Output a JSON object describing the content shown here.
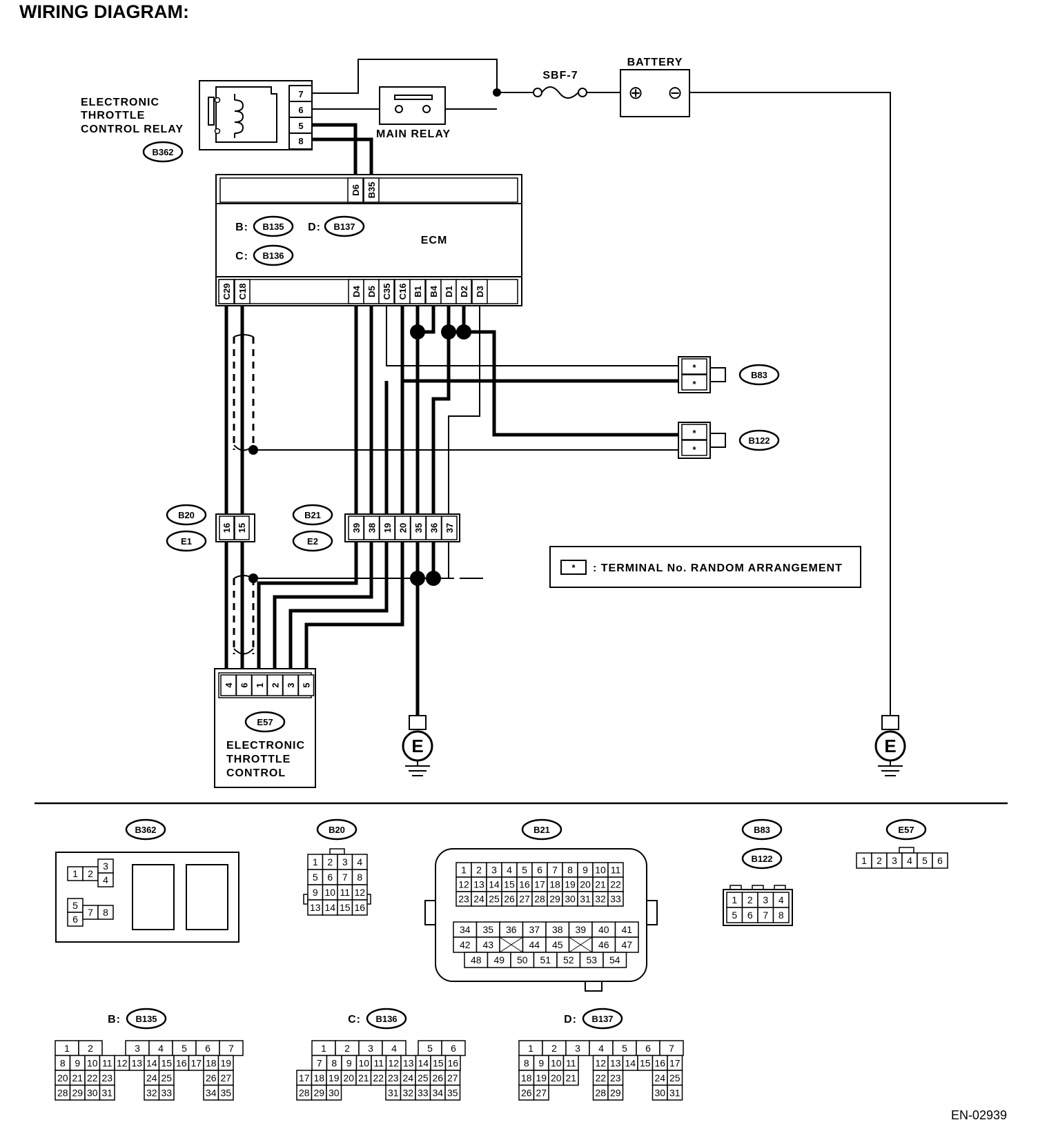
{
  "title": "WIRING DIAGRAM:",
  "footer_code": "EN-02939",
  "components": {
    "etc_relay": {
      "label_lines": [
        "ELECTRONIC",
        "THROTTLE",
        "CONTROL RELAY"
      ],
      "connector": "B362",
      "pins": [
        "7",
        "6",
        "5",
        "8"
      ]
    },
    "main_relay": {
      "label": "MAIN RELAY"
    },
    "fuse": {
      "label": "SBF-7"
    },
    "battery": {
      "label": "BATTERY",
      "plus": "⊕",
      "minus": "⊖"
    },
    "ecm": {
      "label": "ECM",
      "connector_refs": [
        {
          "prefix": "B:",
          "connector": "B135"
        },
        {
          "prefix": "D:",
          "connector": "B137"
        },
        {
          "prefix": "C:",
          "connector": "B136"
        }
      ],
      "top_pins": [
        "D6",
        "B35"
      ],
      "bottom_pins": [
        "C29",
        "C18",
        "D4",
        "D5",
        "C35",
        "C16",
        "B1",
        "B4",
        "D1",
        "D2",
        "D3"
      ]
    },
    "b83": {
      "connector": "B83",
      "pins": [
        "*",
        "*"
      ]
    },
    "b122": {
      "connector": "B122",
      "pins": [
        "*",
        "*"
      ]
    },
    "b20_e1": {
      "connectors": [
        "B20",
        "E1"
      ],
      "pins": [
        "16",
        "15"
      ]
    },
    "b21_e2": {
      "connectors": [
        "B21",
        "E2"
      ],
      "pins": [
        "39",
        "38",
        "19",
        "20",
        "35",
        "36",
        "37"
      ]
    },
    "e57": {
      "connector": "E57",
      "label_lines": [
        "ELECTRONIC",
        "THROTTLE",
        "CONTROL"
      ],
      "pins": [
        "4",
        "6",
        "1",
        "2",
        "3",
        "5"
      ]
    },
    "ground_left": {
      "label": "E"
    },
    "ground_right": {
      "label": "E"
    },
    "note": {
      "symbol": "*",
      "text": ": TERMINAL No. RANDOM ARRANGEMENT"
    }
  },
  "connector_views": {
    "b362": {
      "connector": "B362",
      "pins": [
        "1",
        "2",
        "3",
        "4",
        "5",
        "6",
        "7",
        "8"
      ]
    },
    "b20": {
      "connector": "B20",
      "rows": [
        [
          "1",
          "2",
          "3",
          "4"
        ],
        [
          "5",
          "6",
          "7",
          "8"
        ],
        [
          "9",
          "10",
          "11",
          "12"
        ],
        [
          "13",
          "14",
          "15",
          "16"
        ]
      ]
    },
    "b21": {
      "connector": "B21",
      "rows_top": [
        [
          "1",
          "2",
          "3",
          "4",
          "5",
          "6",
          "7",
          "8",
          "9",
          "10",
          "11"
        ],
        [
          "12",
          "13",
          "14",
          "15",
          "16",
          "17",
          "18",
          "19",
          "20",
          "21",
          "22"
        ],
        [
          "23",
          "24",
          "25",
          "26",
          "27",
          "28",
          "29",
          "30",
          "31",
          "32",
          "33"
        ]
      ],
      "rows_bottom": [
        [
          "34",
          "35",
          "36",
          "37",
          "38",
          "39",
          "40",
          "41"
        ],
        [
          "42",
          "43",
          "",
          "44",
          "45",
          "",
          "46",
          "47"
        ],
        [
          "48",
          "49",
          "50",
          "51",
          "52",
          "53",
          "54"
        ]
      ]
    },
    "b83_b122": {
      "connectors": [
        "B83",
        "B122"
      ],
      "rows": [
        [
          "1",
          "2",
          "3",
          "4"
        ],
        [
          "5",
          "6",
          "7",
          "8"
        ]
      ]
    },
    "e57": {
      "connector": "E57",
      "pins": [
        "1",
        "2",
        "3",
        "4",
        "5",
        "6"
      ]
    },
    "b135": {
      "prefix": "B:",
      "connector": "B135",
      "rows": [
        [
          "1",
          "2",
          "",
          "3",
          "4",
          "5",
          "6",
          "7"
        ],
        [
          "8",
          "9",
          "10",
          "11",
          "12",
          "13",
          "14",
          "15",
          "16",
          "17",
          "18",
          "19"
        ],
        [
          "20",
          "21",
          "22",
          "23",
          "",
          "",
          "24",
          "25",
          "",
          "",
          "26",
          "27"
        ],
        [
          "28",
          "29",
          "30",
          "31",
          "",
          "",
          "32",
          "33",
          "",
          "",
          "34",
          "35"
        ]
      ]
    },
    "b136": {
      "prefix": "C:",
      "connector": "B136",
      "rows": [
        [
          "1",
          "2",
          "3",
          "4",
          "",
          "5",
          "6"
        ],
        [
          "7",
          "8",
          "9",
          "10",
          "11",
          "12",
          "13",
          "14",
          "15",
          "16"
        ],
        [
          "17",
          "18",
          "19",
          "20",
          "21",
          "22",
          "23",
          "24",
          "25",
          "26",
          "27"
        ],
        [
          "28",
          "29",
          "30",
          "",
          "",
          "",
          "31",
          "32",
          "33",
          "34",
          "35"
        ]
      ]
    },
    "b137": {
      "prefix": "D:",
      "connector": "B137",
      "rows": [
        [
          "1",
          "2",
          "3",
          "4",
          "5",
          "6",
          "7"
        ],
        [
          "8",
          "9",
          "10",
          "11",
          "",
          "12",
          "13",
          "14",
          "15",
          "16",
          "17"
        ],
        [
          "18",
          "19",
          "20",
          "21",
          "",
          "22",
          "23",
          "",
          "",
          "24",
          "25"
        ],
        [
          "26",
          "27",
          "",
          "",
          "",
          "28",
          "29",
          "",
          "",
          "30",
          "31"
        ]
      ]
    }
  }
}
